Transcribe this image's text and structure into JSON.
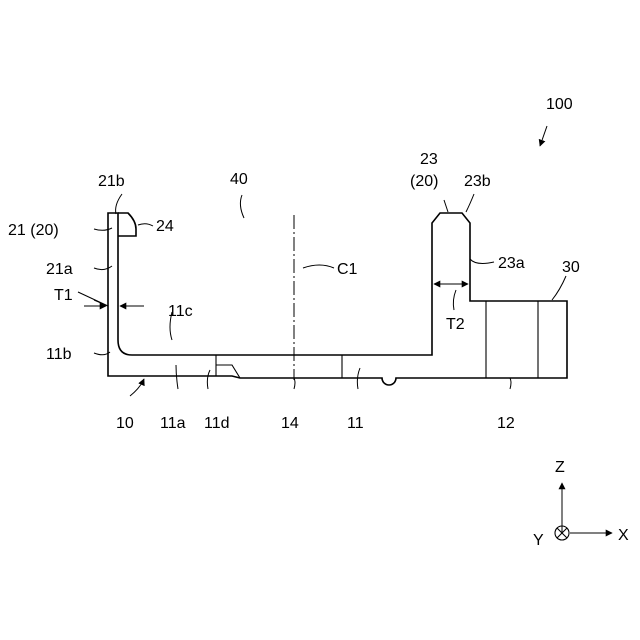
{
  "figure": {
    "labels": {
      "assembly": "100",
      "inner_space": "40",
      "centerline": "C1",
      "wall_left": "21 (20)",
      "wall_left_top": "21b",
      "wall_left_surface": "21a",
      "wall_left_base": "11b",
      "protrusion": "24",
      "thickness_left": "T1",
      "fillet": "11c",
      "base": "10",
      "base_part_a": "11a",
      "base_part_d": "11d",
      "groove_region": "14",
      "plate": "11",
      "block": "12",
      "block_top": "30",
      "wall_right": "23",
      "wall_right_group": "(20)",
      "wall_right_top": "23b",
      "wall_right_surface": "23a",
      "thickness_right": "T2"
    },
    "axes": {
      "z": "Z",
      "x": "X",
      "y": "Y"
    }
  }
}
